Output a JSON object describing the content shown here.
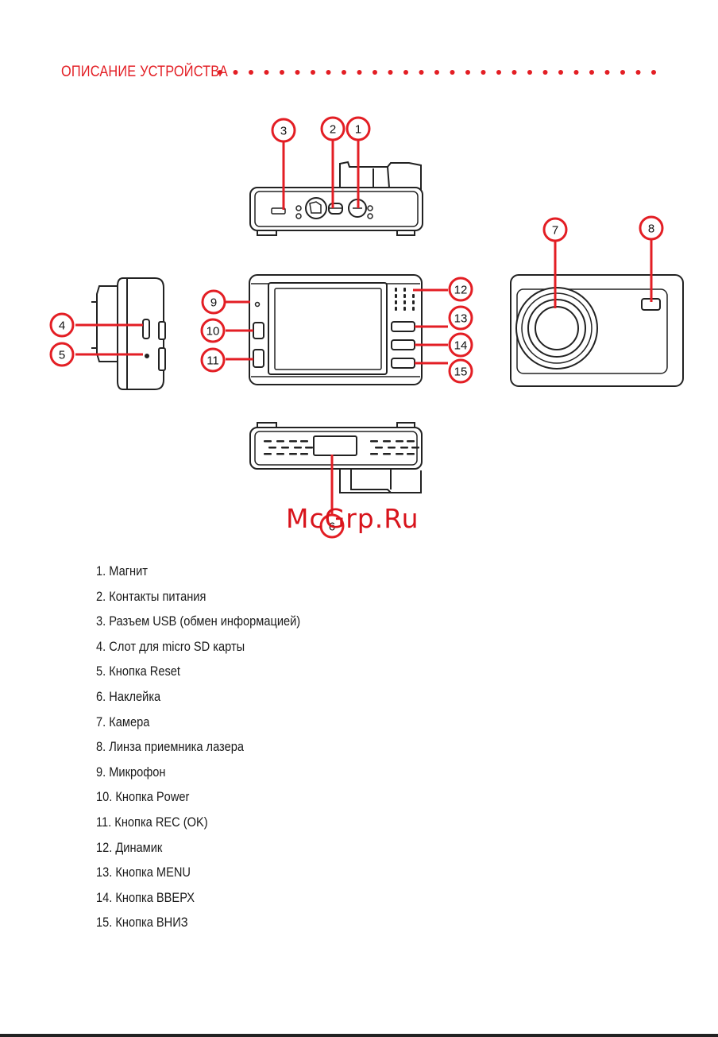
{
  "header": {
    "title": "ОПИСАНИЕ УСТРОЙСТВА"
  },
  "colors": {
    "accent": "#e31e24",
    "device_body": "#222222",
    "device_fill": "#ffffff"
  },
  "callouts": [
    "1",
    "2",
    "3",
    "4",
    "5",
    "6",
    "7",
    "8",
    "9",
    "10",
    "11",
    "12",
    "13",
    "14",
    "15"
  ],
  "watermark": "McGrp.Ru",
  "legend": [
    "1. Магнит",
    "2. Контакты питания",
    "3. Разъем USB  (обмен информацией)",
    "4. Слот для micro SD карты",
    "5. Кнопка Reset",
    "6. Наклейка",
    "7. Камера",
    "8. Линза приемника лазера",
    "9. Микрофон",
    "10. Кнопка Power",
    "11. Кнопка REC (OK)",
    "12. Динамик",
    "13. Кнопка MENU",
    "14. Кнопка  ВВЕРХ",
    "15. Кнопка ВНИЗ"
  ]
}
